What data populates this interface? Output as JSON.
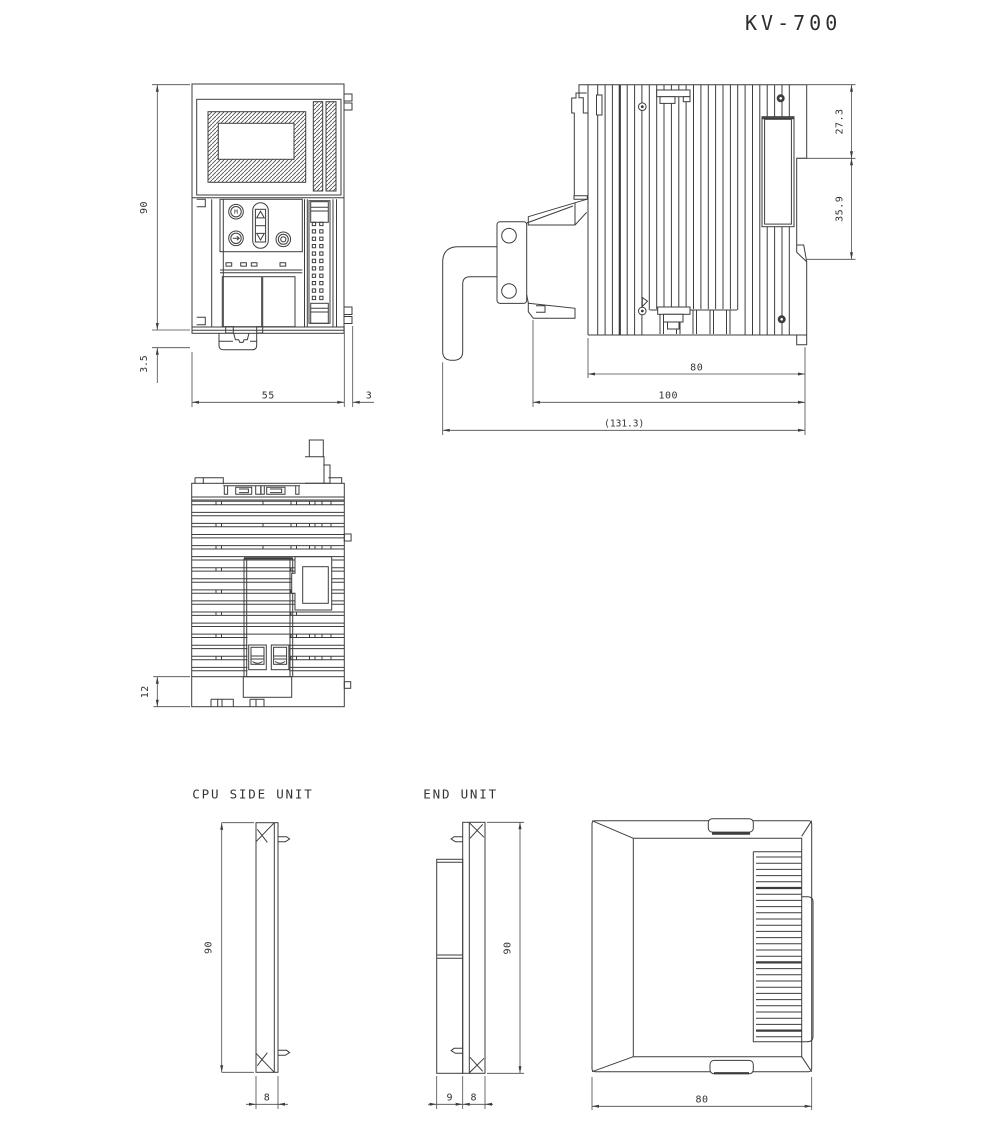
{
  "title": "KV-700",
  "colors": {
    "line": "#3d3d3d",
    "background": "#ffffff"
  },
  "front_view": {
    "dims": {
      "height": "90",
      "rail_offset": "3.5",
      "width": "55",
      "tab_depth": "3"
    },
    "button_m_label": "M"
  },
  "side_view": {
    "dims": {
      "rail_top": "27.3",
      "rail_span": "35.9",
      "fin_depth": "80",
      "body_depth": "100",
      "overall_depth": "(131.3)"
    }
  },
  "top_view": {
    "dims": {
      "base_height": "12"
    }
  },
  "cpu_side_unit": {
    "label": "CPU SIDE UNIT",
    "dims": {
      "height": "90",
      "width": "8"
    }
  },
  "end_unit": {
    "label": "END UNIT",
    "dims": {
      "height": "90",
      "panel_width": "9",
      "width": "8"
    }
  },
  "rear_view": {
    "dims": {
      "width": "80"
    }
  }
}
